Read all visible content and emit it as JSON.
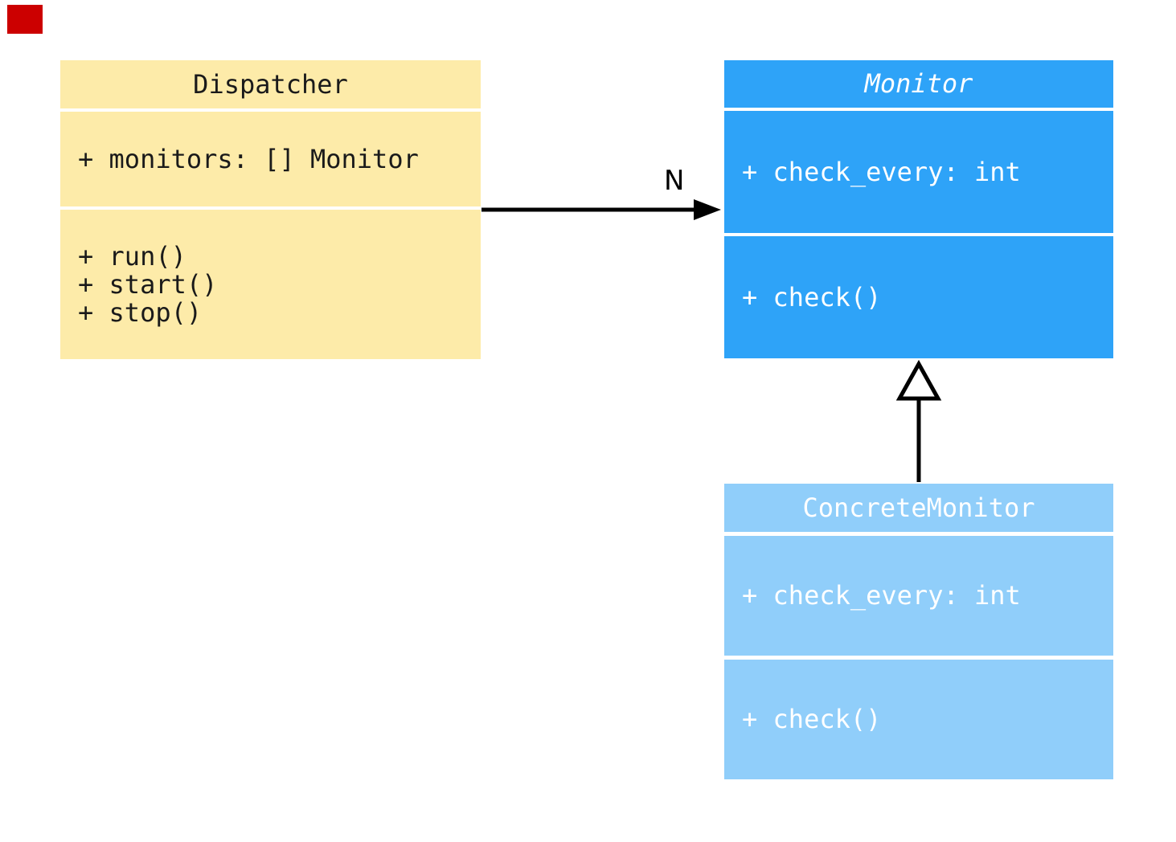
{
  "colors": {
    "background": "#ffffff",
    "dispatcher_fill": "#fdeba9",
    "dispatcher_text": "#1a1a1a",
    "monitor_fill": "#2ea3f8",
    "concrete_monitor_fill": "#90cefa",
    "blue_text": "#ffffff",
    "connector": "#000000",
    "marker_red": "#cc0000"
  },
  "classes": {
    "dispatcher": {
      "name": "Dispatcher",
      "attributes": [
        "+ monitors: [] Monitor"
      ],
      "methods": [
        "+ run()",
        "+ start()",
        "+ stop()"
      ]
    },
    "monitor": {
      "name": "Monitor",
      "abstract": true,
      "attributes": [
        "+ check_every: int"
      ],
      "methods": [
        "+ check()"
      ]
    },
    "concrete_monitor": {
      "name": "ConcreteMonitor",
      "attributes": [
        "+ check_every: int"
      ],
      "methods": [
        "+ check()"
      ]
    }
  },
  "relations": {
    "association": {
      "from": "Dispatcher",
      "to": "Monitor",
      "label": "N"
    },
    "inheritance": {
      "from": "ConcreteMonitor",
      "to": "Monitor"
    }
  }
}
